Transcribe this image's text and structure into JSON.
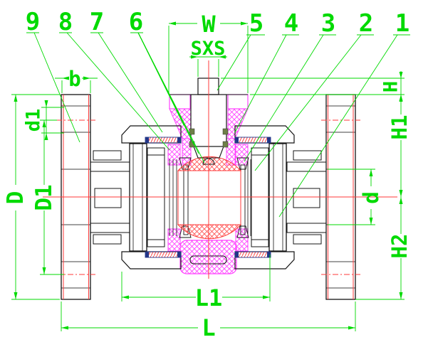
{
  "drawing": {
    "type": "technical-section-drawing",
    "subject": "true union ball valve with flanged pipe ends, cross-section",
    "part_numbers": [
      "1",
      "2",
      "3",
      "4",
      "5",
      "6",
      "7",
      "8",
      "9"
    ],
    "dimension_labels": [
      "W",
      "SXS",
      "b",
      "d1",
      "D",
      "D1",
      "L1",
      "L",
      "H",
      "H1",
      "H2",
      "d"
    ]
  },
  "labels": {
    "n1": "1",
    "n2": "2",
    "n3": "3",
    "n4": "4",
    "n5": "5",
    "n6": "6",
    "n7": "7",
    "n8": "8",
    "n9": "9",
    "w": "W",
    "sxs": "SXS",
    "b": "b",
    "d1": "d1",
    "D": "D",
    "D1": "D1",
    "L1": "L1",
    "L": "L",
    "H": "H",
    "H1": "H1",
    "H2": "H2",
    "d": "d"
  },
  "colors": {
    "green": "#00da00",
    "magenta": "#ff42ff",
    "cyan": "#2fd8e8",
    "red": "#ff3838",
    "hatch_red": "#ff5555",
    "black": "#141414",
    "olive": "#6e8048",
    "navy": "#233688",
    "background": "#ffffff"
  }
}
